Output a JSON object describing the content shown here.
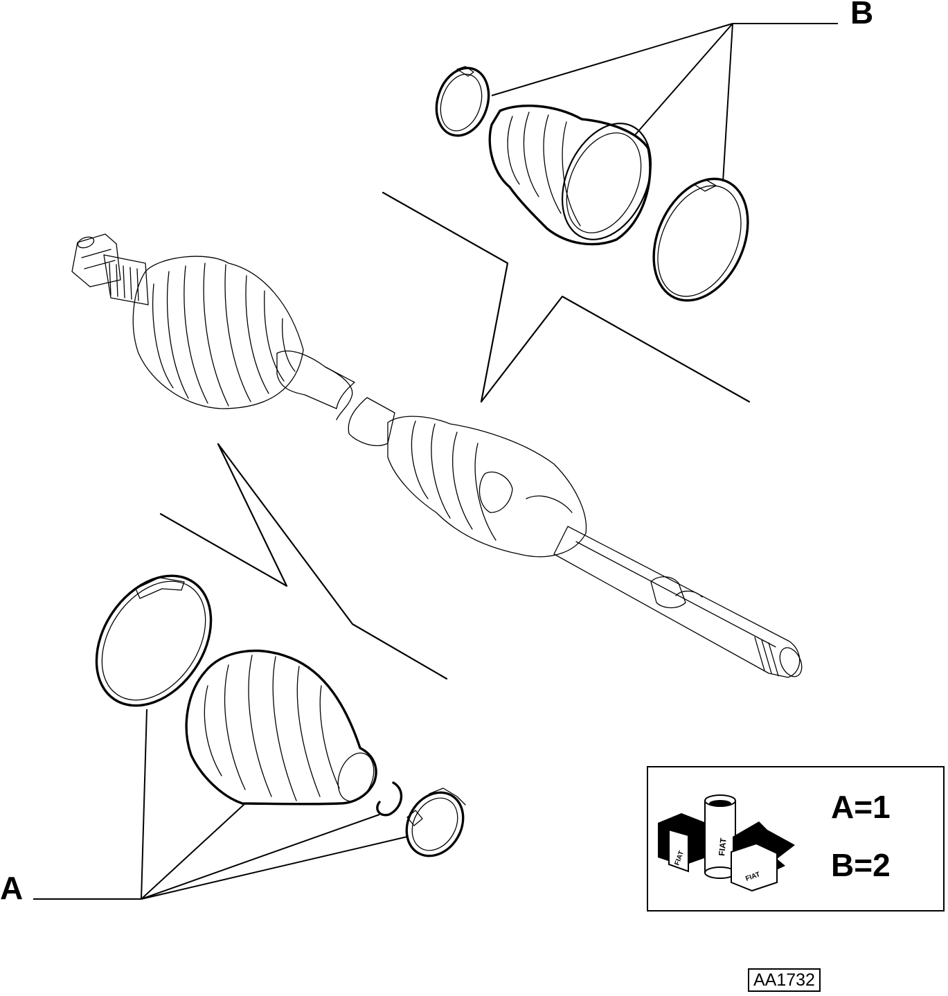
{
  "callouts": {
    "a": "A",
    "b": "B"
  },
  "legend": {
    "qty_a": "A=1",
    "qty_b": "B=2",
    "brand_mark": "FIAT"
  },
  "drawing_code": "AA1732",
  "icons": {
    "kit": "spare-parts-kit-icon"
  },
  "colors": {
    "ink": "#000000",
    "paper": "#ffffff"
  }
}
